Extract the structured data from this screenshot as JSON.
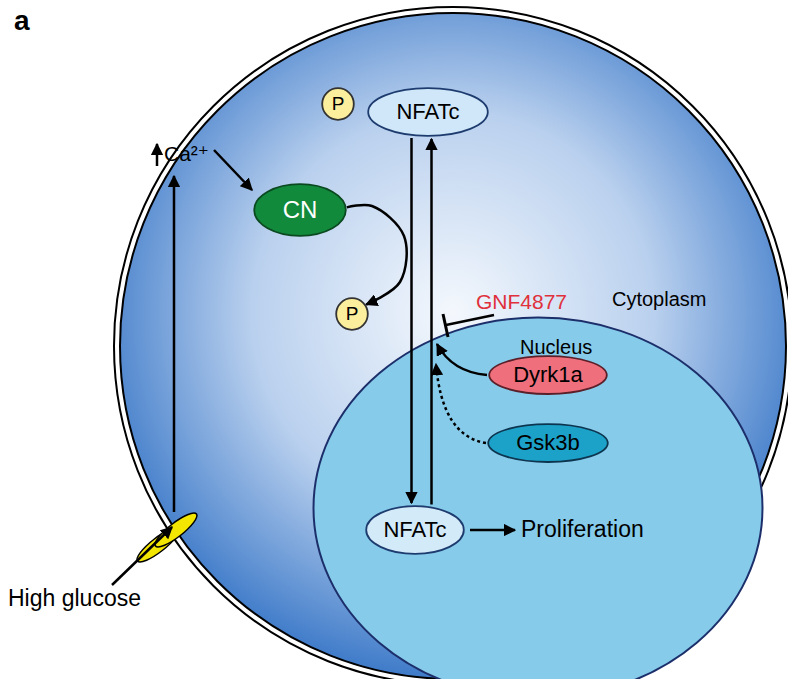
{
  "diagram": {
    "nodes": [
      {
        "text": [
          "Cytoplasm"
        ]
      },
      {
        "text": [
          "P"
        ],
        "in": 0
      },
      {
        "text": [
          "NFATc"
        ],
        "in": 0
      },
      {
        "text": [
          "CN"
        ],
        "in": 0
      },
      {
        "text": [
          "P"
        ],
        "in": 0
      },
      {
        "text": [
          "Nucleus"
        ],
        "in": 0
      },
      {
        "text": [
          "Dyrk1a"
        ],
        "in": 5
      },
      {
        "text": [
          "Gsk3b"
        ],
        "in": 5
      },
      {
        "text": [
          "NFATc"
        ],
        "in": 5
      }
    ],
    "edges": [
      {
        "from": 2,
        "to": 8,
        "arrow": "to"
      },
      {
        "from": 8,
        "to": 2,
        "arrow": "to"
      },
      {
        "from": 3,
        "to": 4,
        "arrow": "to"
      }
    ],
    "labels": [
      "a",
      "Ca²⁺",
      "GNF4877",
      "Proliferation",
      "High glucose"
    ]
  }
}
